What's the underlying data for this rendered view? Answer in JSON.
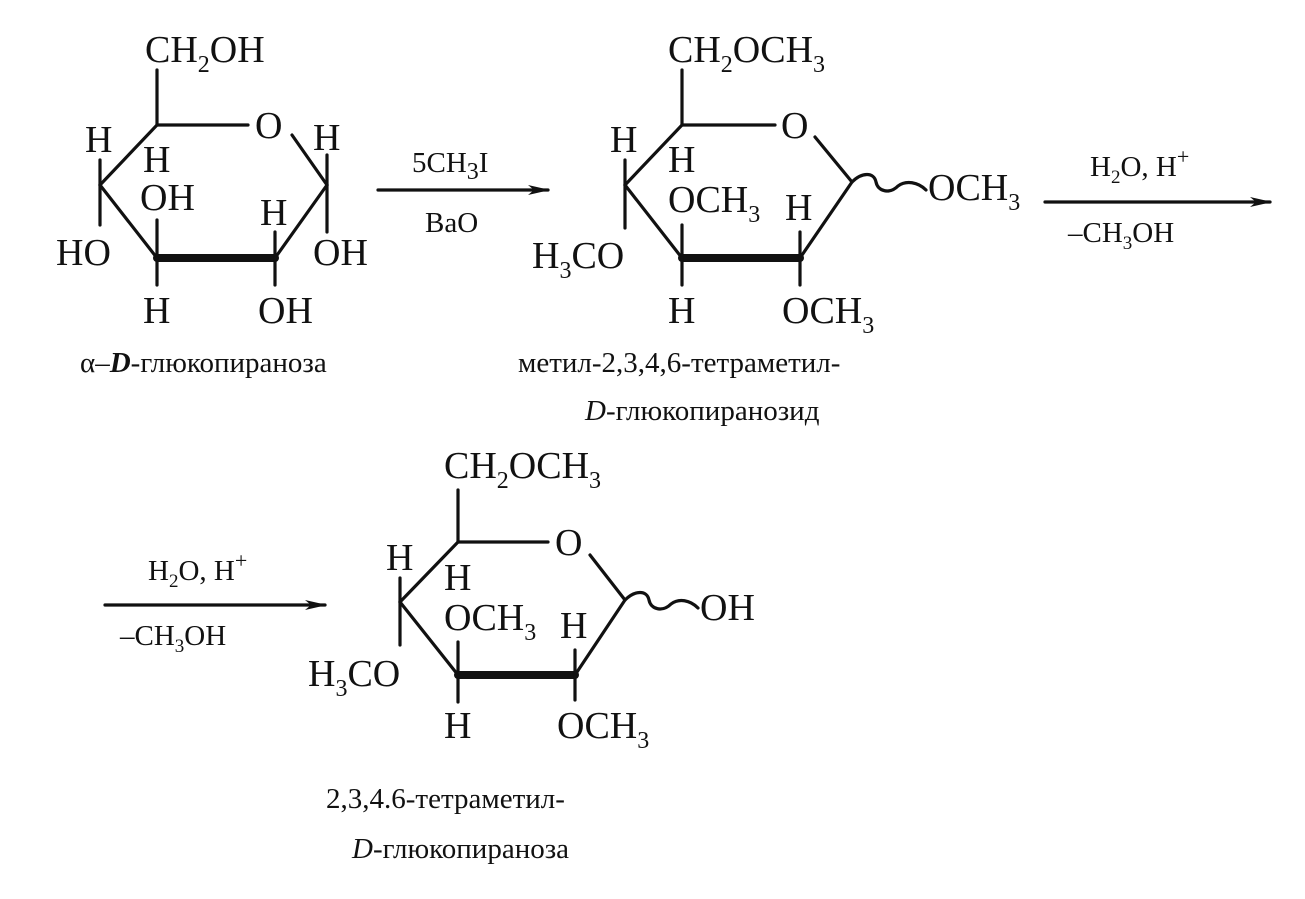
{
  "structures": {
    "s1": {
      "top": "CH2OH",
      "top_main": "CH",
      "top_sub": "2",
      "top_rest": "OH",
      "ring_o": "O",
      "h_c1": "H",
      "h_c4_up": "H",
      "h_c5": "H",
      "oh_c4": "OH",
      "h_c2_up": "H",
      "ho_c4": "HO",
      "oh_c1": "OH",
      "h_c3": "H",
      "oh_c3": "OH"
    },
    "s2": {
      "top_main": "CH",
      "top_sub": "2",
      "top_rest": "OCH",
      "top_sub2": "3",
      "ring_o": "O",
      "h_c4_up": "H",
      "h_c5": "H",
      "och3_mid_main": "OCH",
      "och3_mid_sub": "3",
      "h_c2_up": "H",
      "h3co_main": "H",
      "h3co_sub": "3",
      "h3co_rest": "CO",
      "h_c3": "H",
      "och3_bottom_main": "OCH",
      "och3_bottom_sub": "3",
      "och3_anomeric_main": "OCH",
      "och3_anomeric_sub": "3"
    },
    "s3": {
      "top_main": "CH",
      "top_sub": "2",
      "top_rest": "OCH",
      "top_sub2": "3",
      "ring_o": "O",
      "h_c4_up": "H",
      "h_c5": "H",
      "och3_mid_main": "OCH",
      "och3_mid_sub": "3",
      "h_c2_up": "H",
      "h3co_main": "H",
      "h3co_sub": "3",
      "h3co_rest": "CO",
      "h_c3": "H",
      "och3_bottom_main": "OCH",
      "och3_bottom_sub": "3",
      "oh_anomeric": "OH"
    }
  },
  "arrows": {
    "a1": {
      "above_main": "5CH",
      "above_sub": "3",
      "above_rest": "I",
      "below": "BaO"
    },
    "a2": {
      "above_main": "H",
      "above_sub": "2",
      "above_rest": "O, H",
      "above_sup": "+",
      "below_main": "–CH",
      "below_sub": "3",
      "below_rest": "OH"
    },
    "a3": {
      "above_main": "H",
      "above_sub": "2",
      "above_rest": "O, H",
      "above_sup": "+",
      "below_main": "–CH",
      "below_sub": "3",
      "below_rest": "OH"
    }
  },
  "captions": {
    "c1_alpha": "α–",
    "c1_d": "D",
    "c1_rest": "-глюкопираноза",
    "c2_line1": "метил-2,3,4,6-тетраметил-",
    "c2_d": "D",
    "c2_line2_rest": "-глюкопиранозид",
    "c3_line1": "2,3,4.6-тетраметил-",
    "c3_d": "D",
    "c3_line2_rest": "-глюкопираноза"
  }
}
